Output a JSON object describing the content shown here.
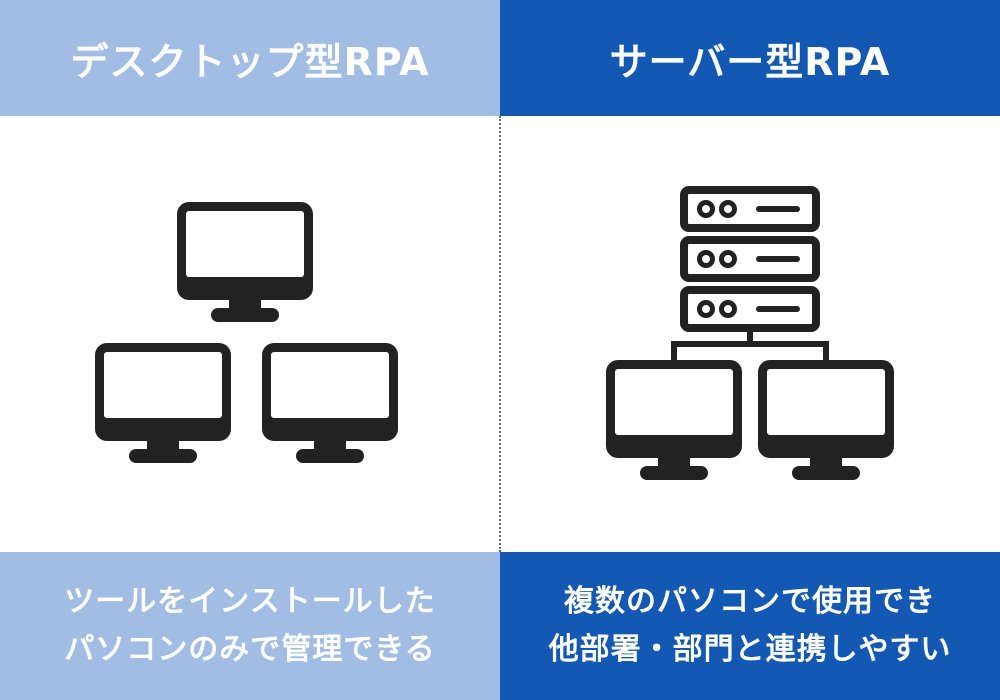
{
  "colors": {
    "left_header_bg": "#a2bde4",
    "right_header_bg": "#1359b4",
    "left_footer_bg": "#a2bde4",
    "right_footer_bg": "#1359b4",
    "icon": "#222222"
  },
  "left": {
    "title": "デスクトップ型RPA",
    "description_line1": "ツールをインストールした",
    "description_line2": "パソコンのみで管理できる",
    "icons": [
      "monitor-icon",
      "monitor-icon",
      "monitor-icon"
    ]
  },
  "right": {
    "title": "サーバー型RPA",
    "description_line1": "複数のパソコンで使用でき",
    "description_line2": "他部署・部門と連携しやすい",
    "icons": [
      "server-rack-icon",
      "monitor-icon",
      "monitor-icon"
    ]
  }
}
